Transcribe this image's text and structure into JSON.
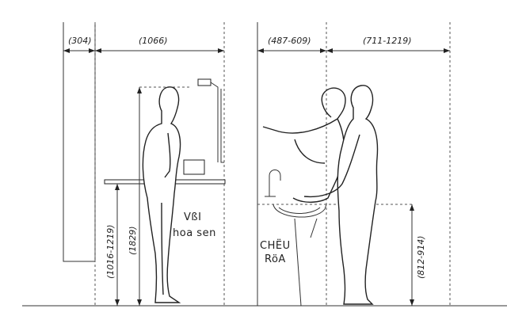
{
  "dimensions": {
    "top_left_1": "(304)",
    "top_left_2": "(1066)",
    "top_right_1": "(487-609)",
    "top_right_2": "(711-1219)",
    "left_height_a": "(1016-1219)",
    "left_height_b": "(1829)",
    "right_height": "(812-914)"
  },
  "labels": {
    "shower_line1": "VßI",
    "shower_line2": "hoa sen",
    "sink_line1": "CHËU",
    "sink_line2": "RöA"
  },
  "colors": {
    "ink": "#222222",
    "background": "#ffffff"
  }
}
